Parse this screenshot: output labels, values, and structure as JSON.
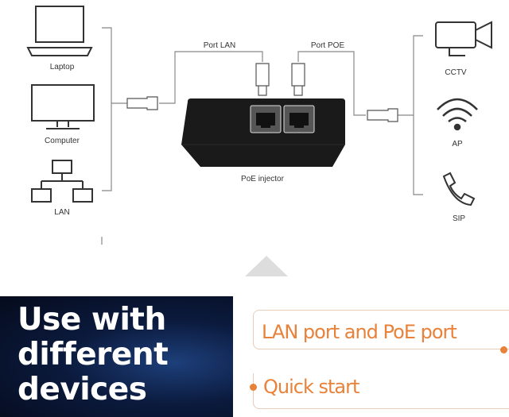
{
  "diagram": {
    "left_devices": [
      "Laptop",
      "Computer",
      "LAN"
    ],
    "right_devices": [
      "CCTV",
      "AP",
      "SIP"
    ],
    "port_lan": "Port LAN",
    "port_poe": "Port POE",
    "device": "PoE injector",
    "icons": [
      "laptop-icon",
      "computer-icon",
      "lan-icon",
      "cctv-icon",
      "wifi-icon",
      "phone-icon",
      "ethernet-plug-icon"
    ]
  },
  "banner": {
    "line1": "Use with",
    "line2": "different",
    "line3": "devices"
  },
  "menu": {
    "item1": "LAN port and PoE port",
    "item2": "Quick start"
  },
  "colors": {
    "accent": "#e8823a",
    "navy": "#0b1a3d"
  }
}
